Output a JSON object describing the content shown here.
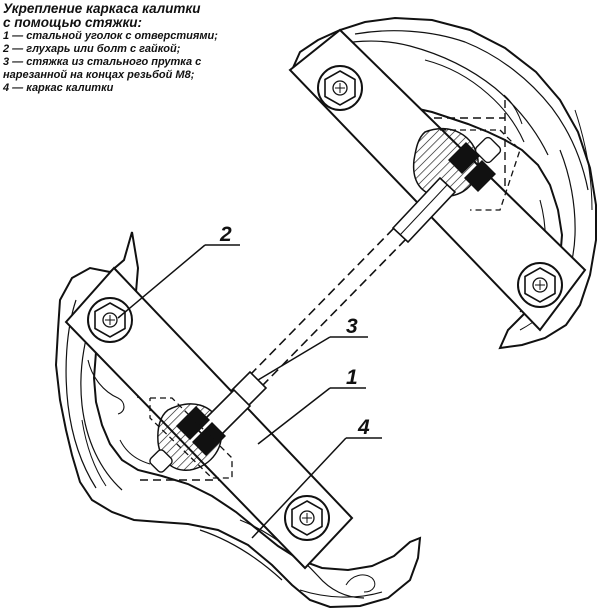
{
  "caption": {
    "title_line1": "Укрепление каркаса калитки",
    "title_line2": "с помощью стяжки:",
    "items": [
      "1 — стальной уголок с отверстиями;",
      "2 — глухарь или болт с гайкой;",
      "3 — стяжка из стального прутка с",
      "нарезанной на концах резьбой М8;",
      "4 — каркас калитки"
    ]
  },
  "callouts": {
    "c1": "1",
    "c2": "2",
    "c3": "3",
    "c4": "4"
  }
}
